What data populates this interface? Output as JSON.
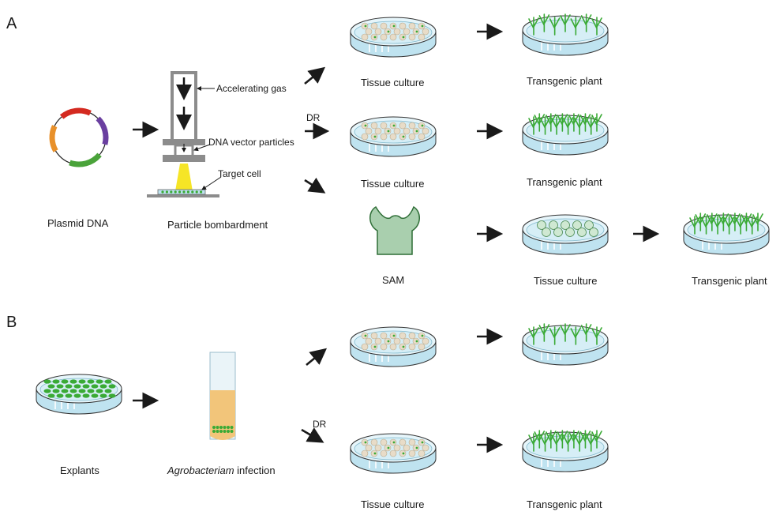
{
  "panels": {
    "a": "A",
    "b": "B"
  },
  "labels": {
    "plasmid": "Plasmid DNA",
    "bombardment": "Particle bombardment",
    "gas": "Accelerating gas",
    "vector": "DNA vector particles",
    "target": "Target cell",
    "dr": "DR",
    "tissue": "Tissue culture",
    "transgenic": "Transgenic plant",
    "sam": "SAM",
    "explants": "Explants",
    "agro_italic": "Agrobacteriam",
    "agro_rest": " infection"
  },
  "colors": {
    "dish_rim": "#bfe3f0",
    "dish_fill": "#e6f5fa",
    "dish_line": "#333333",
    "plant": "#3aaa35",
    "callus": "#e8dcc8",
    "sam_fill": "#a9cfae",
    "gun": "#8c8c8c",
    "spray": "#f5e000",
    "plasmid_red": "#d42a20",
    "plasmid_purple": "#6a3fa0",
    "plasmid_green": "#4aa33a",
    "plasmid_orange": "#e8902a",
    "tube_liquid": "#f2c57a",
    "arrow": "#1a1a1a"
  }
}
